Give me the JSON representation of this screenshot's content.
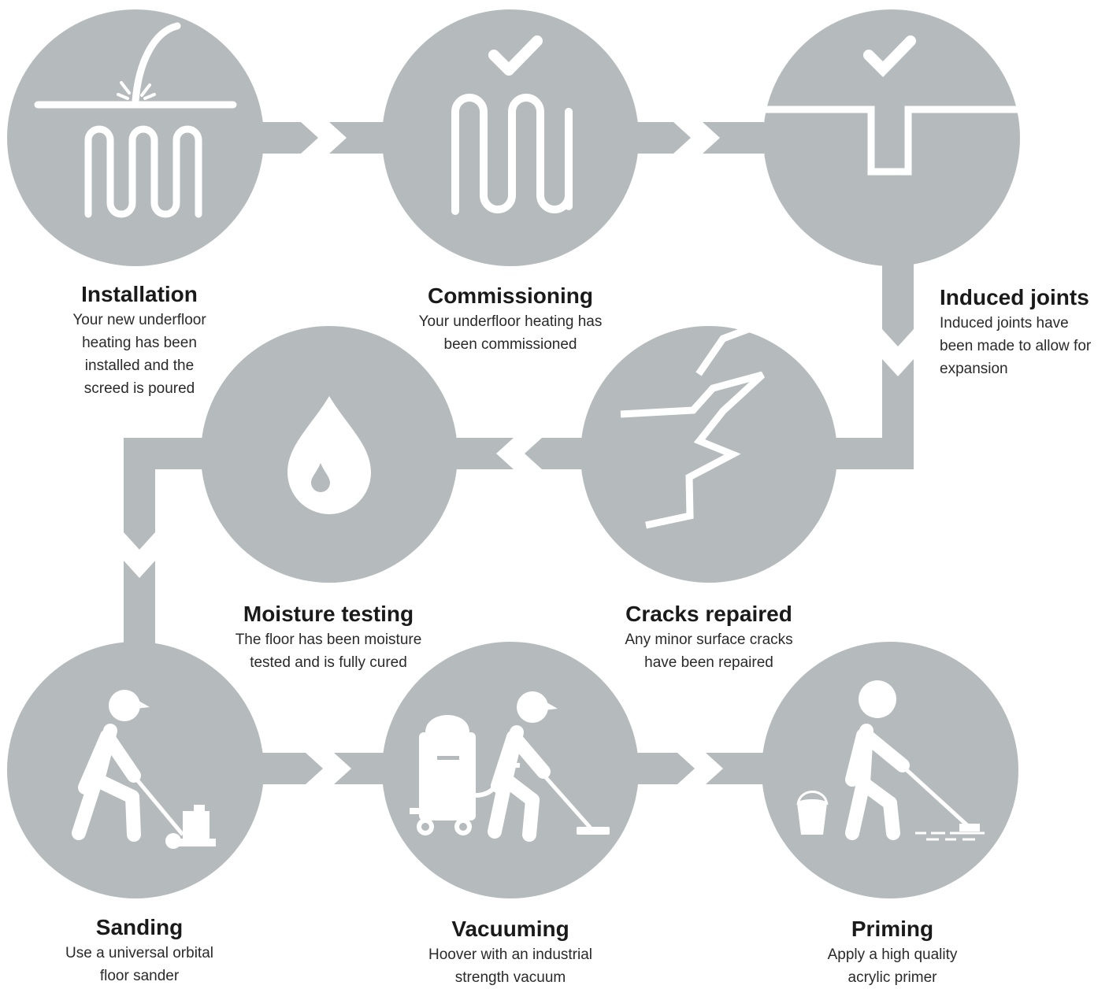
{
  "colors": {
    "shape": "#b5babc",
    "icon": "#ffffff",
    "text": "#1a1a1a"
  },
  "steps": [
    {
      "title": "Installation",
      "desc": "Your new underfloor heating has been installed and the screed is poured",
      "icon": "pipe-pour-icon"
    },
    {
      "title": "Commissioning",
      "desc": "Your underfloor heating has been commissioned",
      "icon": "pipe-check-icon"
    },
    {
      "title": "Induced joints",
      "desc": "Induced joints have been made to allow for expansion",
      "icon": "joint-check-icon"
    },
    {
      "title": "Cracks repaired",
      "desc": "Any minor surface cracks have been repaired",
      "icon": "crack-icon"
    },
    {
      "title": "Moisture testing",
      "desc": "The floor has been moisture tested and is fully cured",
      "icon": "water-drop-icon"
    },
    {
      "title": "Sanding",
      "desc": "Use a universal orbital floor sander",
      "icon": "sander-worker-icon"
    },
    {
      "title": "Vacuuming",
      "desc": "Hoover with an industrial strength vacuum",
      "icon": "vacuum-worker-icon"
    },
    {
      "title": "Priming",
      "desc": "Apply a high quality acrylic primer",
      "icon": "primer-worker-icon"
    }
  ]
}
